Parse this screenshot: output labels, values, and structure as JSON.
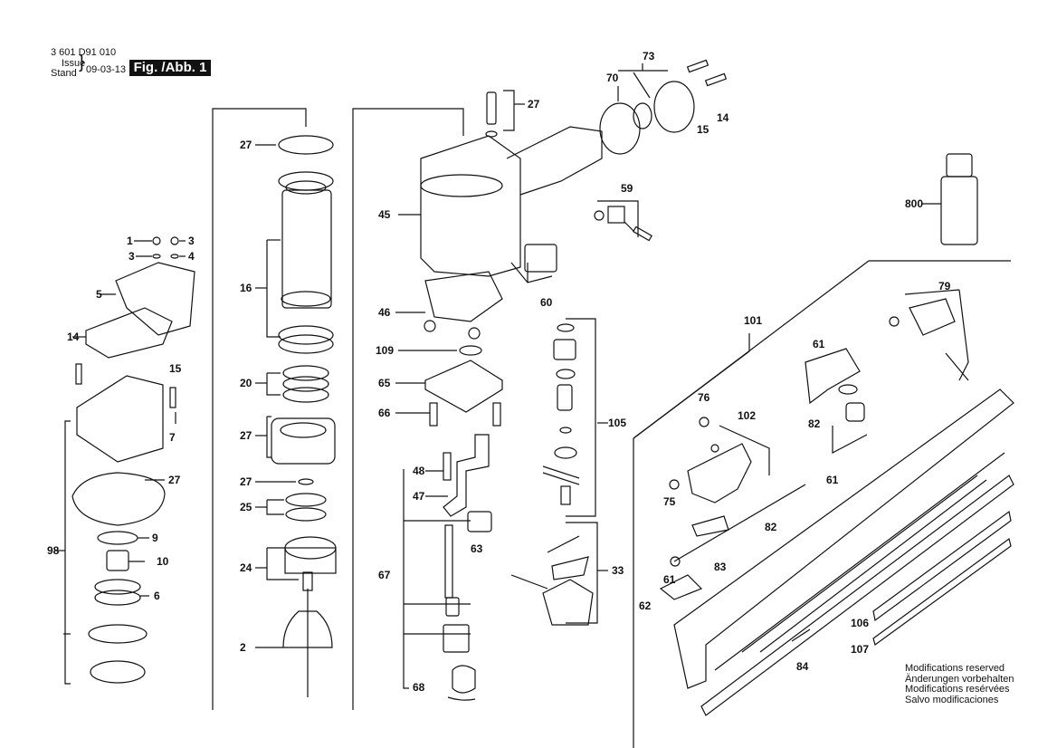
{
  "header": {
    "doc_number": "3 601 D91 010",
    "issue_label": "Issue",
    "stand_label": "Stand",
    "date": "09-03-13",
    "figure": "Fig. /Abb. 1"
  },
  "notes": [
    "Modifications reserved",
    "Änderungen vorbehalten",
    "Modifications resérvées",
    "Salvo modificaciones"
  ],
  "part_labels": [
    "27",
    "73",
    "70",
    "15",
    "14",
    "800",
    "59",
    "60",
    "45",
    "46",
    "109",
    "65",
    "66",
    "48",
    "47",
    "63",
    "67",
    "68",
    "105",
    "33",
    "16",
    "27",
    "20",
    "27",
    "27",
    "25",
    "24",
    "2",
    "1",
    "3",
    "3",
    "4",
    "5",
    "14",
    "15",
    "7",
    "27",
    "9",
    "10",
    "6",
    "98",
    "79",
    "101",
    "61",
    "76",
    "102",
    "82",
    "61",
    "75",
    "82",
    "61",
    "83",
    "62",
    "106",
    "107",
    "84"
  ],
  "colors": {
    "line": "#111111",
    "accent": "#111111"
  }
}
